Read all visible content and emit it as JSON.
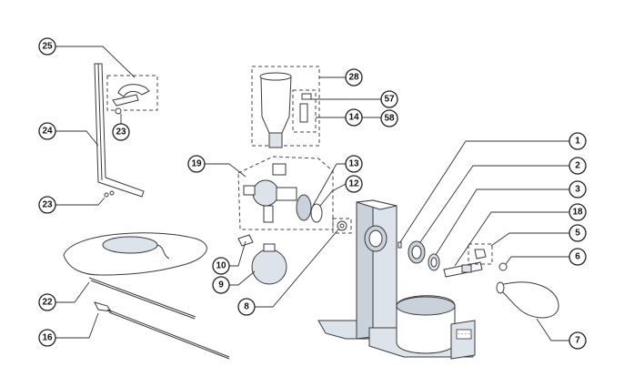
{
  "callouts": [
    {
      "id": "25",
      "label": "25"
    },
    {
      "id": "24",
      "label": "24"
    },
    {
      "id": "23a",
      "label": "23"
    },
    {
      "id": "23b",
      "label": "23"
    },
    {
      "id": "22",
      "label": "22"
    },
    {
      "id": "16",
      "label": "16"
    },
    {
      "id": "28",
      "label": "28"
    },
    {
      "id": "57",
      "label": "57"
    },
    {
      "id": "58",
      "label": "58"
    },
    {
      "id": "14",
      "label": "14"
    },
    {
      "id": "19",
      "label": "19"
    },
    {
      "id": "13",
      "label": "13"
    },
    {
      "id": "12",
      "label": "12"
    },
    {
      "id": "10",
      "label": "10"
    },
    {
      "id": "9",
      "label": "9"
    },
    {
      "id": "8",
      "label": "8"
    },
    {
      "id": "1",
      "label": "1"
    },
    {
      "id": "2",
      "label": "2"
    },
    {
      "id": "3",
      "label": "3"
    },
    {
      "id": "18",
      "label": "18"
    },
    {
      "id": "5",
      "label": "5"
    },
    {
      "id": "6",
      "label": "6"
    },
    {
      "id": "7",
      "label": "7"
    }
  ],
  "display": {
    "screen_text": "----"
  }
}
